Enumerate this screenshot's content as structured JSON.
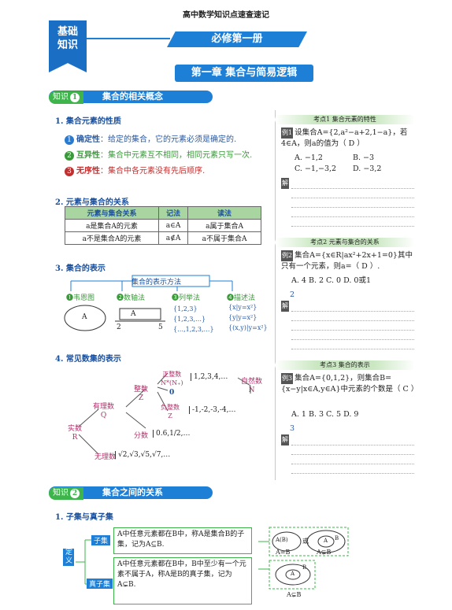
{
  "header": {
    "top": "高中数学知识点速查速记",
    "badge_line1": "基础",
    "badge_line2": "知识",
    "volume": "必修第一册",
    "chapter": "第一章 集合与简易逻辑"
  },
  "k1": {
    "tag": "知识",
    "num": "1",
    "title": "集合的相关概念"
  },
  "s1": {
    "title": "1. 集合元素的性质",
    "p1_label": "确定性",
    "p1_text": "：给定的集合，它的元素必须是确定的.",
    "p2_label": "互异性",
    "p2_text": "：集合中元素互不相同，相同元素只写一次.",
    "p3_label": "无序性",
    "p3_text": "：集合中各元素没有先后顺序."
  },
  "s2": {
    "title": "2. 元素与集合的关系",
    "headers": [
      "元素与集合关系",
      "记法",
      "读法"
    ],
    "rows": [
      [
        "a是集合A的元素",
        "a∈A",
        "a属于集合A"
      ],
      [
        "a不是集合A的元素",
        "a∉A",
        "a不属于集合A"
      ]
    ]
  },
  "s3": {
    "title": "3. 集合的表示",
    "center": "集合的表示方法",
    "m1": "韦恩图",
    "m2": "数轴法",
    "m3": "列举法",
    "m4": "描述法",
    "venn_label": "A",
    "axis_label": "A",
    "axis_left": "2",
    "axis_right": "5",
    "enum": [
      "{1,2,3}",
      "{1,2,3,…}",
      "{…,1,2,3,…}"
    ],
    "desc": [
      "{x|y=x²}",
      "{y|y=x²}",
      "{(x,y)|y=x²}"
    ]
  },
  "s4": {
    "title": "4. 常见数集的表示",
    "real": "实数",
    "real_sym": "R",
    "rational": "有理数",
    "rational_sym": "Q",
    "integer": "整数",
    "integer_sym": "Z",
    "pos_int": "正整数",
    "pos_sym": "N*(N₊)",
    "pos_vals": "1,2,3,4,…",
    "zero": "0",
    "neg_int": "负整数",
    "neg_sym": "Z",
    "neg_vals": "-1,-2,-3,-4,…",
    "fraction": "分数",
    "frac_vals": "0.6,1/2,…",
    "natural": "自然数",
    "natural_sym": "N",
    "irrational": "无理数",
    "irr_vals": "√2,√3,√5,√7,…"
  },
  "k2": {
    "tag": "知识",
    "num": "2",
    "title": "集合之间的关系"
  },
  "s5": {
    "title": "1. 子集与真子集",
    "def": "定义",
    "subset_tag": "子集",
    "proper_tag": "真子集",
    "subset_text": "A中任意元素都在B中，称A是集合B的子集，记为A⊆B.",
    "proper_text": "A中任意元素都在B中，B中至少有一个元素不属于A，称A是B的真子集，记为A⊊B.",
    "venn1_left": "A(B)",
    "venn1_or": "或",
    "venn1_inner": "A",
    "venn1_outer": "B",
    "cap1": "A=B",
    "cap2": "A⊊B",
    "venn2_inner": "A",
    "venn2_outer": "B",
    "cap3": "A⊊B"
  },
  "right": {
    "t1": "考点1 集合元素的特性",
    "ex1_label": "例1",
    "q1": "设集合A={2,a²−a+2,1−a}，若4∈A，则a的值为（ D ）",
    "q1_opts": [
      "A. −1,2",
      "B. −3",
      "C. −1,−3,2",
      "D. −3,2"
    ],
    "sol_label": "解",
    "t2": "考点2 元素与集合的关系",
    "ex2_label": "例2",
    "q2": "集合A={x∈R|ax²+2x+1=0}其中只有一个元素，则a=（ D ）.",
    "q2_opts": "A. 4  B. 2  C. 0  D. 0或1",
    "q2_ans": "2",
    "t3": "考点3 集合的表示",
    "ex3_label": "例3",
    "q3": "集合A={0,1,2}，则集合B={x−y|x∈A,y∈A}中元素的个数是（ C ）",
    "q3_opts": "A. 1  B. 3  C. 5  D. 9",
    "q3_ans": "3"
  }
}
